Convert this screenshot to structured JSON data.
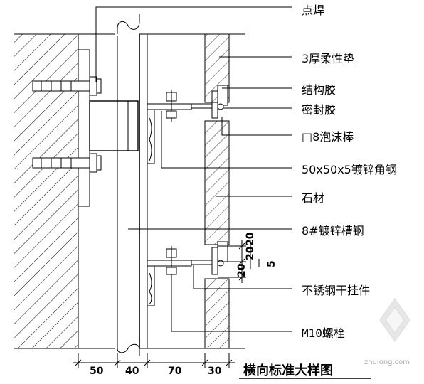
{
  "labels": {
    "spot_weld": "点焊",
    "soft_pad": "3厚柔性垫",
    "structural_glue": "结构胶",
    "sealant": "密封胶",
    "foam_rod": "□8泡沫棒",
    "angle_steel": "50x50x5镀锌角钢",
    "stone": "石材",
    "channel_steel": "8#镀锌槽钢",
    "stainless_hanger": "不锈钢干挂件",
    "bolt": "M10螺栓"
  },
  "dimensions": {
    "bottom": [
      "50",
      "40",
      "70",
      "30"
    ],
    "side": [
      "20",
      "20",
      "20",
      "5"
    ]
  },
  "title": "横向标准大样图",
  "watermark": "zhulong.com",
  "colors": {
    "line": "#000000",
    "background": "#ffffff",
    "watermark": "#a8a8a8"
  }
}
